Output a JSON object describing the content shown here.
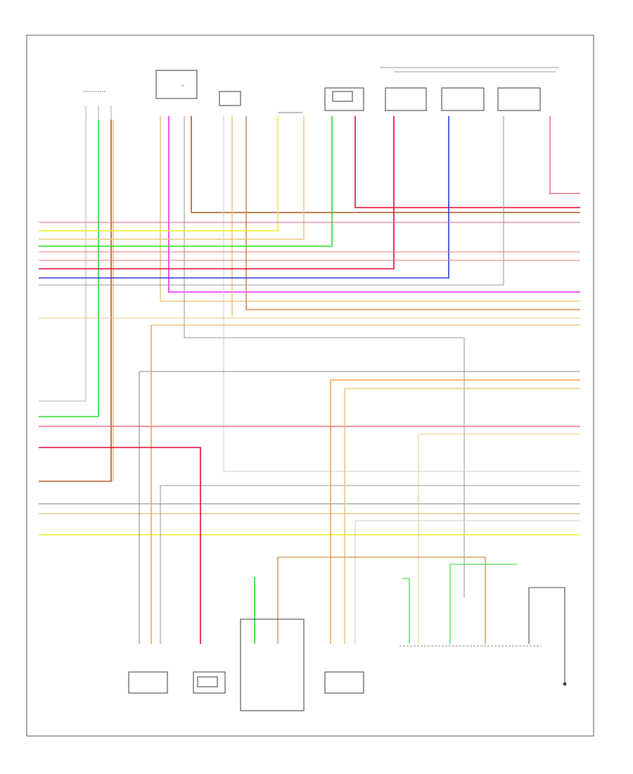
{
  "page_code": "",
  "wire_colors": {
    "red": "#e8002a",
    "green": "#22dd22",
    "yellow": "#eeee22",
    "blue": "#2233dd",
    "magenta": "#ee22ee",
    "orange": "#f5a04a",
    "tan": "#e8c880",
    "brown": "#b05020",
    "gray": "#999999",
    "white": "#cccccc",
    "pink": "#f08080",
    "black": "#222222"
  },
  "components": {
    "top": [
      {
        "name": "sensor-top-1",
        "label": ""
      },
      {
        "name": "module-top-2",
        "label": ""
      },
      {
        "name": "sensor-top-3",
        "label": ""
      },
      {
        "name": "sensor-top-4",
        "label": ""
      },
      {
        "name": "module-top-5",
        "label": ""
      },
      {
        "name": "module-top-6",
        "label": ""
      }
    ],
    "bottom": [
      {
        "name": "sensor-bottom-1",
        "label": ""
      },
      {
        "name": "module-bottom-2",
        "label": ""
      },
      {
        "name": "module-bottom-3",
        "label": ""
      },
      {
        "name": "sensor-bottom-4",
        "label": ""
      },
      {
        "name": "module-bottom-5",
        "label": ""
      },
      {
        "name": "sensor-bottom-6",
        "label": ""
      }
    ]
  }
}
